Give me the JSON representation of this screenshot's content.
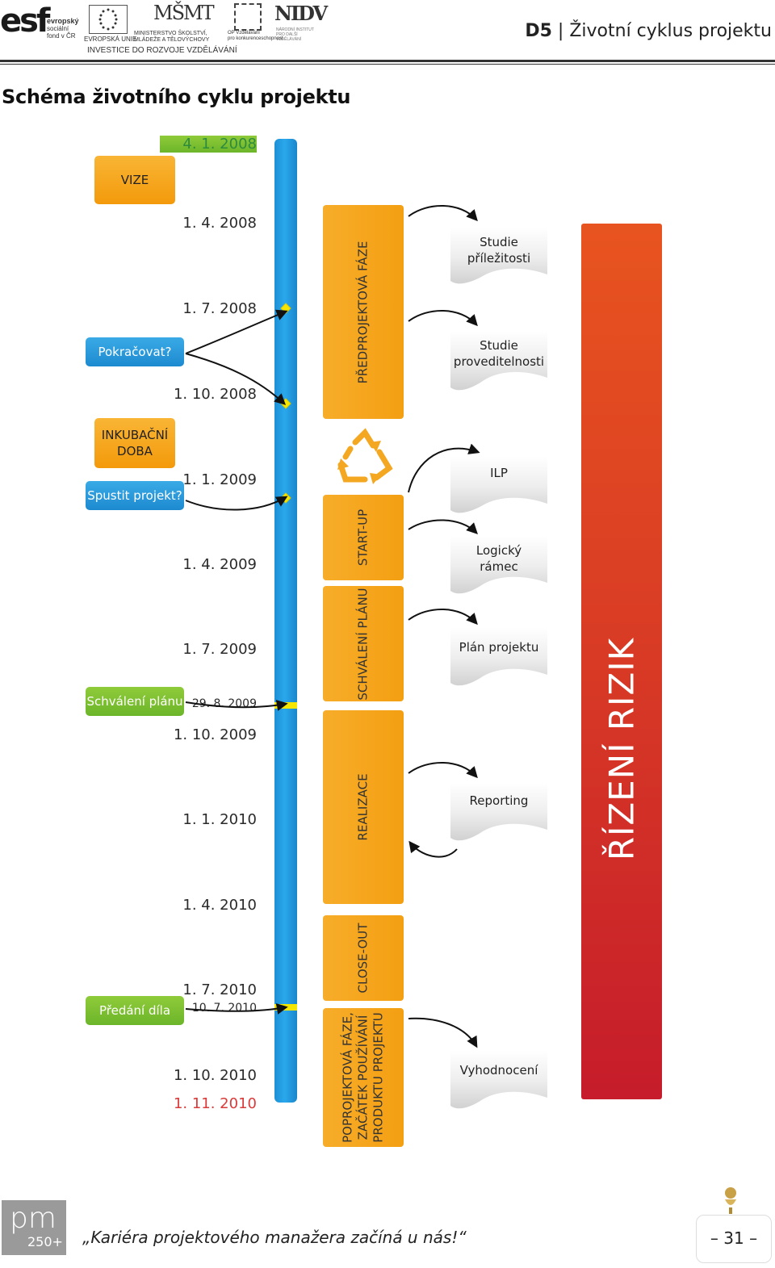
{
  "header": {
    "logos": {
      "esf": {
        "mark": "esf",
        "lines": [
          "evropský",
          "sociální",
          "fond v ČR"
        ]
      },
      "eu": {
        "label": "EVROPSKÁ UNIE"
      },
      "msmt": {
        "mark": "MŠMT",
        "lines": [
          "MINISTERSTVO ŠKOLSTVÍ,",
          "MLÁDEŽE A TĚLOVÝCHOVY"
        ]
      },
      "op": {
        "lines": [
          "OP Vzdělávání",
          "pro konkurenceschopnost"
        ]
      },
      "nidv": {
        "mark": "NIDV",
        "lines": [
          "NÁRODNÍ INSTITUT",
          "PRO DALŠÍ",
          "VZDĚLÁVÁNÍ"
        ]
      },
      "tagline": "INVESTICE DO ROZVOJE VZDĚLÁVÁNÍ"
    },
    "code": "D5",
    "separator": "|",
    "title": "Životní cyklus projektu"
  },
  "section_title": "Schéma životního cyklu projektu",
  "timeline": {
    "dates": [
      {
        "text": "4. 1. 2008",
        "style": "green"
      },
      {
        "text": "1. 4. 2008",
        "style": "normal"
      },
      {
        "text": "1. 7. 2008",
        "style": "normal"
      },
      {
        "text": "1. 10. 2008",
        "style": "normal"
      },
      {
        "text": "1. 1. 2009",
        "style": "normal"
      },
      {
        "text": "1. 4. 2009",
        "style": "normal"
      },
      {
        "text": "1. 7. 2009",
        "style": "normal"
      },
      {
        "text": "29. 8. 2009",
        "style": "small"
      },
      {
        "text": "1. 10. 2009",
        "style": "normal"
      },
      {
        "text": "1. 1. 2010",
        "style": "normal"
      },
      {
        "text": "1. 4. 2010",
        "style": "normal"
      },
      {
        "text": "1. 7. 2010",
        "style": "normal"
      },
      {
        "text": "10. 7. 2010",
        "style": "small"
      },
      {
        "text": "1. 10. 2010",
        "style": "normal"
      },
      {
        "text": "1. 11. 2010",
        "style": "red"
      }
    ]
  },
  "milestones": {
    "vize": "VIZE",
    "pokracovat": "Pokračovat?",
    "inkubacni": "INKUBAČNÍ DOBA",
    "spustit": "Spustit projekt?",
    "schvaleni": "Schválení plánu",
    "predani": "Předání díla"
  },
  "phases": {
    "predprojektova": "PŘEDPROJEKTOVÁ FÁZE",
    "startup": "START-UP",
    "schvaleni_planu": "SCHVÁLENÍ PLÁNU",
    "realizace": "REALIZACE",
    "closeout": "CLOSE-OUT",
    "poprojektova": [
      "POPROJEKTOVÁ FÁZE,",
      "ZAČÁTEK POUŽÍVÁNÍ",
      "PRODUKTU PROJEKTU"
    ]
  },
  "documents": {
    "studie_prilezitosti": [
      "Studie",
      "příležitosti"
    ],
    "studie_proveditelnosti": [
      "Studie",
      "proveditelnosti"
    ],
    "ilp": "ILP",
    "logicky_ramec": [
      "Logický",
      "rámec"
    ],
    "plan_projektu": "Plán projektu",
    "reporting": "Reporting",
    "vyhodnoceni": "Vyhodnocení"
  },
  "risk": "ŘÍZENÍ RIZIK",
  "colors": {
    "orange": "#f49f12",
    "blue": "#1e8fd5",
    "green": "#6cb52a",
    "red": "#c61c2b",
    "yellow_marker": "#f5e600"
  },
  "footer": {
    "logo_main": "pm",
    "logo_sub": "250+",
    "slogan": "„Kariéra projektového manažera začíná u nás!“",
    "page": "– 31 –"
  }
}
